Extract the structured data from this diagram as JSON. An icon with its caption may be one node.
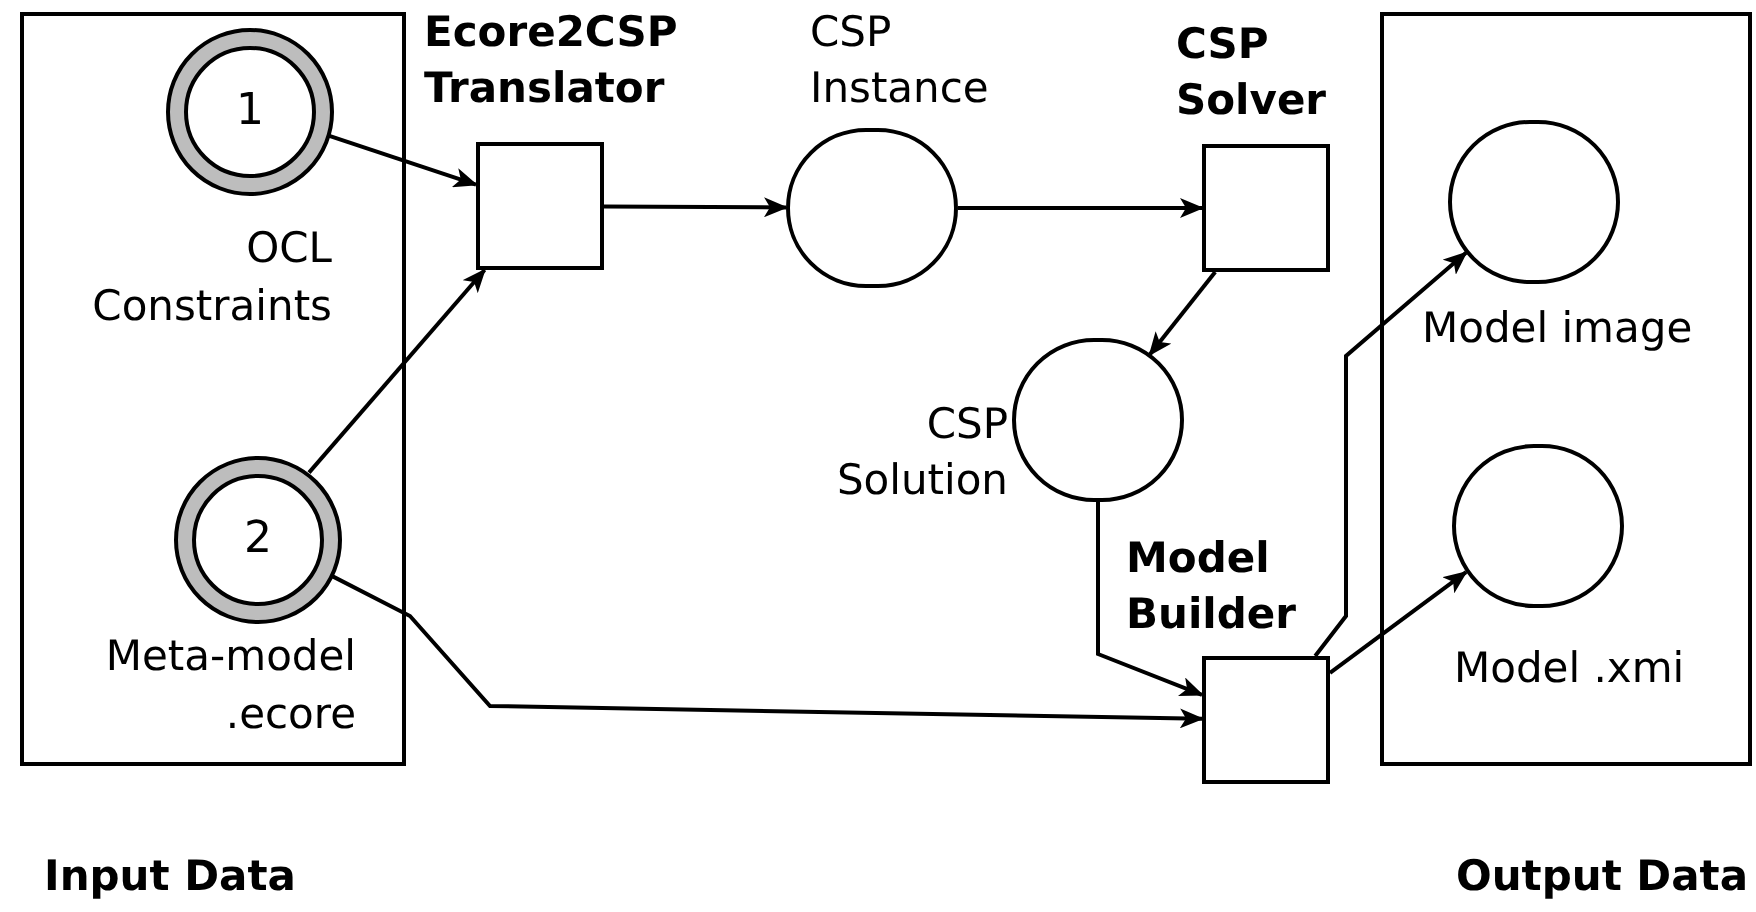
{
  "diagram": {
    "nodes": [
      {
        "text": [
          "Input Data"
        ]
      },
      {
        "text": [
          "1"
        ],
        "in": 0,
        "beside": [
          "OCL Constraints"
        ]
      },
      {
        "text": [
          "2"
        ],
        "in": 0,
        "beside": [
          "Meta-model .ecore"
        ]
      },
      {
        "text": [
          "Ecore2CSP Translator"
        ]
      },
      {
        "text": [
          "CSP Instance"
        ]
      },
      {
        "text": [
          "CSP Solver"
        ]
      },
      {
        "text": [
          "CSP Solution"
        ]
      },
      {
        "text": [
          "Model Builder"
        ]
      },
      {
        "text": [
          "Output Data"
        ]
      },
      {
        "text": [
          "Model image"
        ],
        "in": 8
      },
      {
        "text": [
          "Model .xmi"
        ],
        "in": 8
      }
    ],
    "edges": [
      {
        "from": 1,
        "to": 3,
        "arrow": "to"
      },
      {
        "from": 2,
        "to": 3,
        "arrow": "to"
      },
      {
        "from": 3,
        "to": 4,
        "arrow": "to"
      },
      {
        "from": 4,
        "to": 5,
        "arrow": "to"
      },
      {
        "from": 5,
        "to": 6,
        "arrow": "to"
      },
      {
        "from": 6,
        "to": 7,
        "arrow": "to"
      },
      {
        "from": 2,
        "to": 7,
        "arrow": "to"
      },
      {
        "from": 7,
        "to": 9,
        "arrow": "to"
      },
      {
        "from": 7,
        "to": 10,
        "arrow": "to"
      }
    ]
  }
}
